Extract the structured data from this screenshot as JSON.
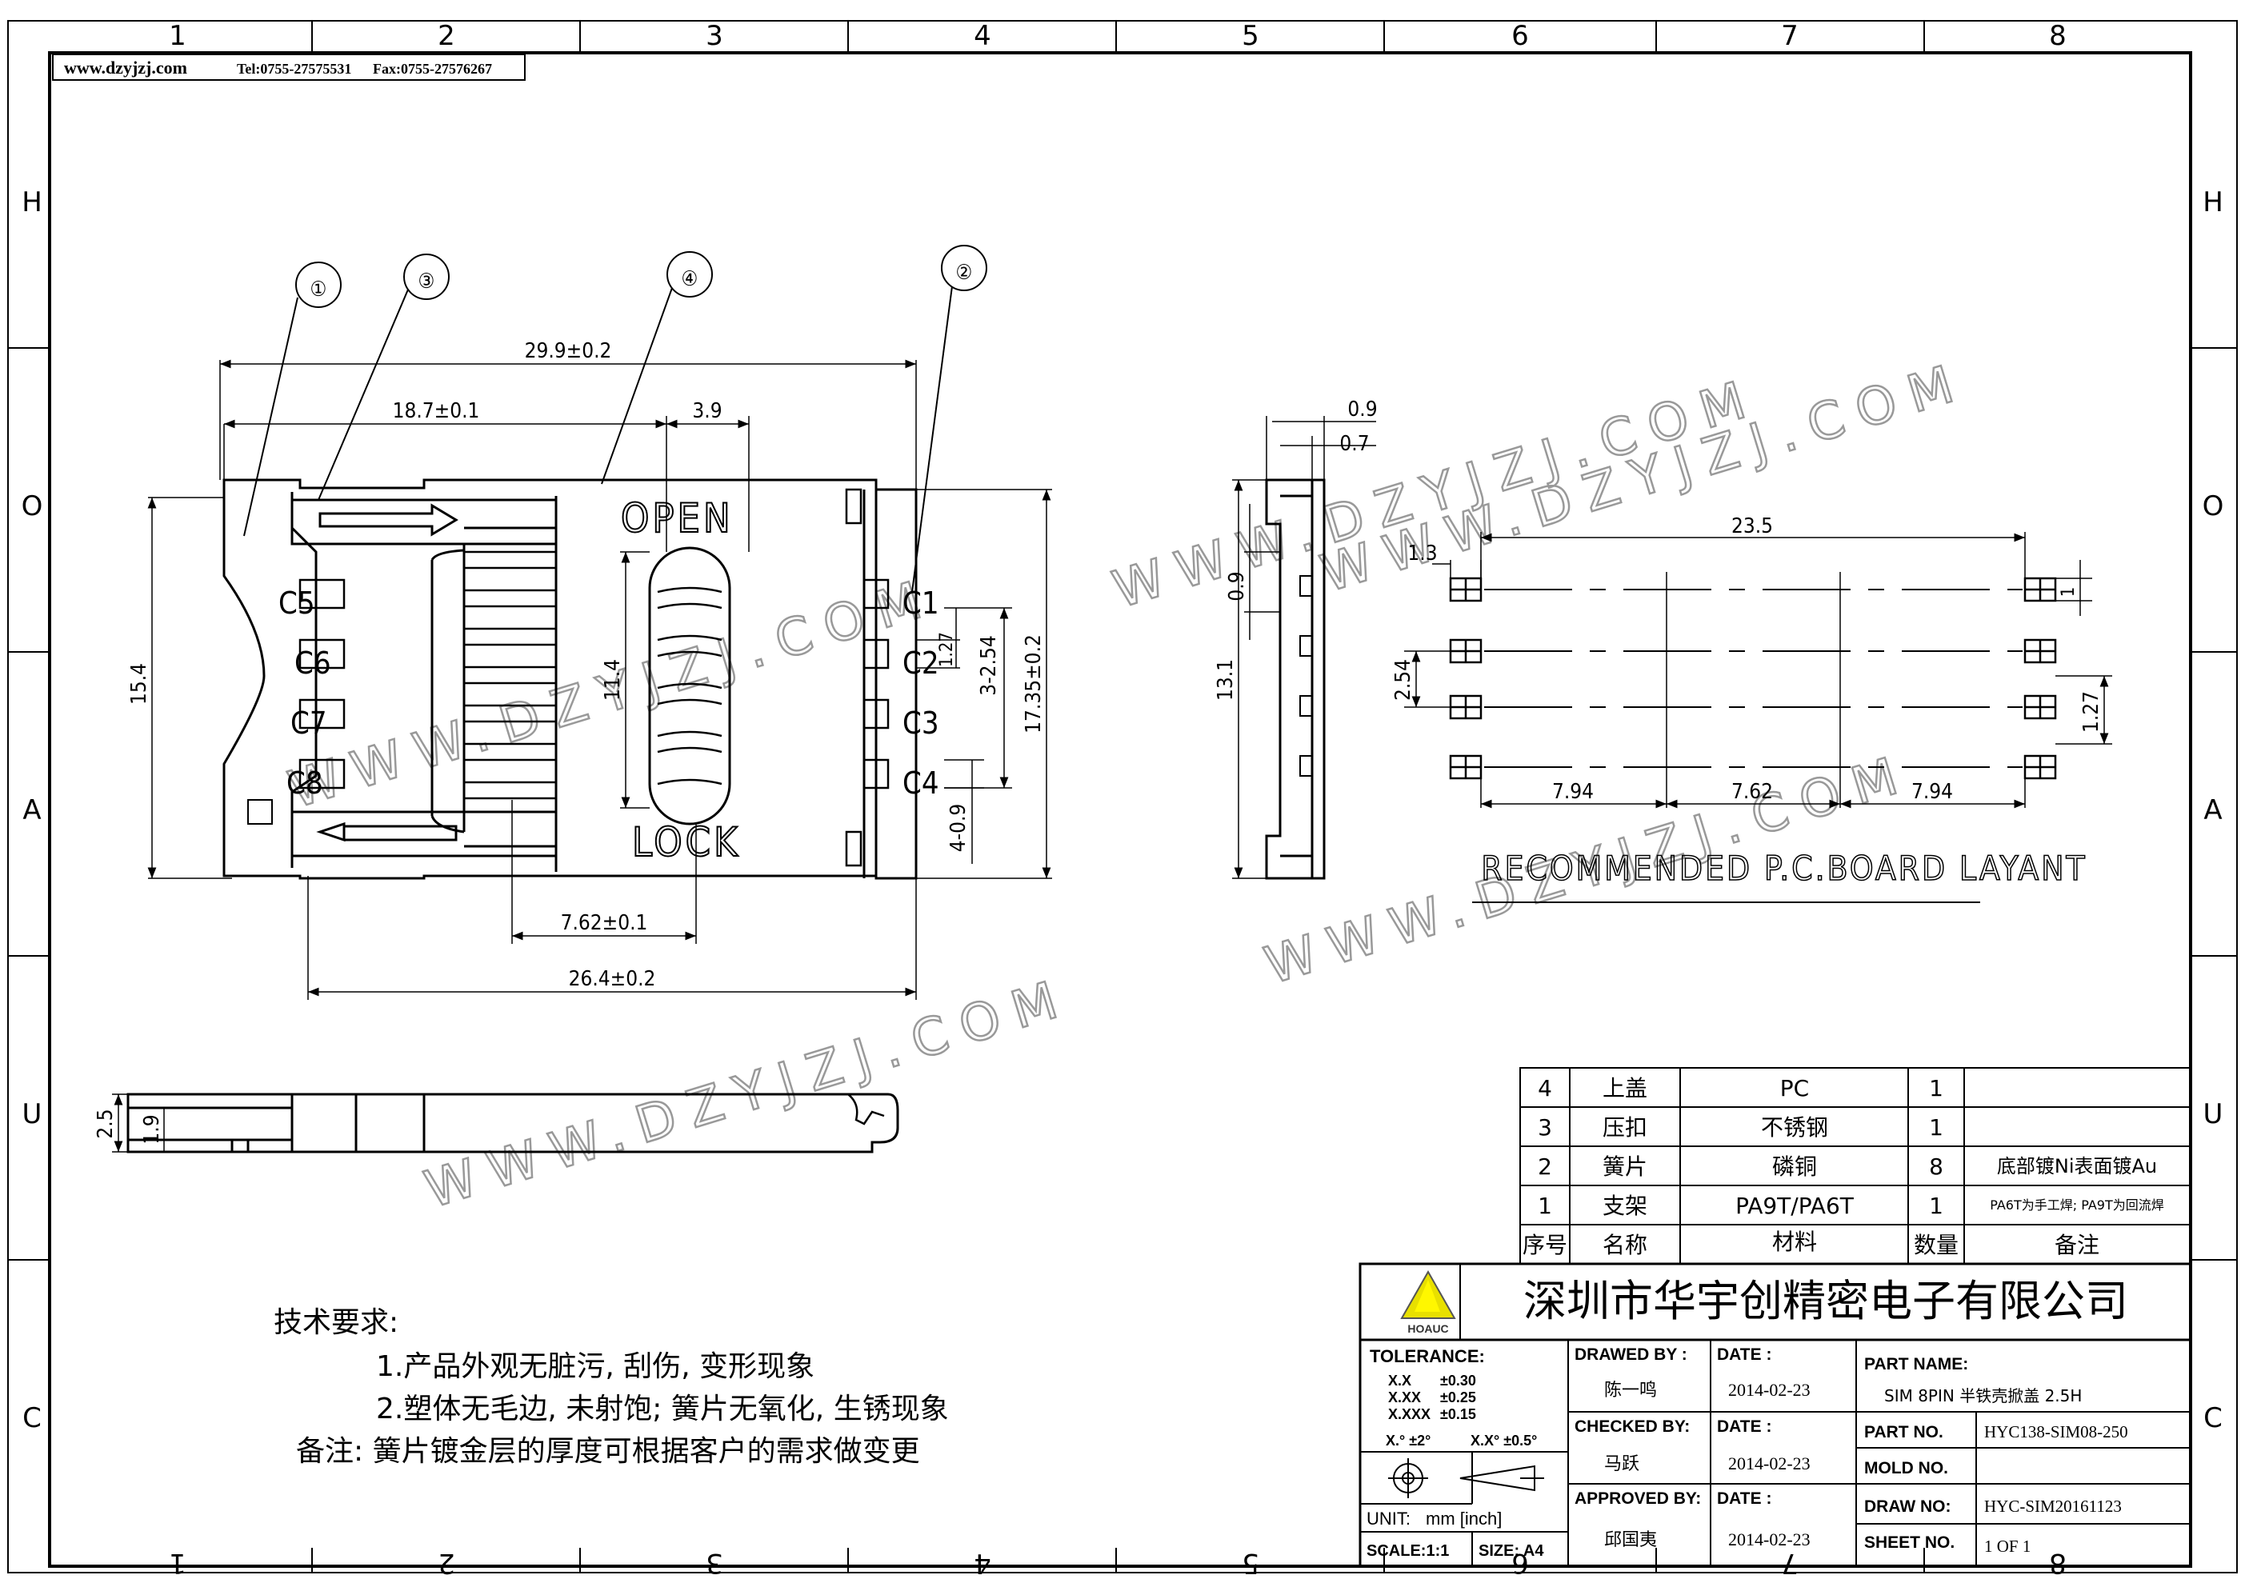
{
  "header": {
    "website": "www.dzyjzj.com",
    "tel": "Tel:0755-27575531",
    "fax": "Fax:0755-27576267"
  },
  "border_zones": {
    "top_numbers": [
      "1",
      "2",
      "3",
      "4",
      "5",
      "6",
      "7",
      "8"
    ],
    "bottom_numbers": [
      "8",
      "7",
      "6",
      "5",
      "4",
      "3",
      "2",
      "1"
    ],
    "side_letters": [
      "H",
      "O",
      "A",
      "U",
      "C"
    ]
  },
  "callouts": [
    "①",
    "②",
    "③",
    "④"
  ],
  "top_view": {
    "dim_total_width": "29.9±0.2",
    "dim_card_width": "18.7±0.1",
    "dim_slot": "3.9",
    "dim_height_left": "15.4",
    "dim_slider": "11.4",
    "dim_pitch": "1.27",
    "dim_pitch2": "3-2.54",
    "dim_total_height": "17.35±0.2",
    "dim_pin": "4-0.9",
    "dim_pin_offset": "7.62±0.1",
    "dim_body_width": "26.4±0.2",
    "open_label": "OPEN",
    "lock_label": "LOCK",
    "pins_left": [
      "C5",
      "C6",
      "C7",
      "C8"
    ],
    "pins_right": [
      "C1",
      "C2",
      "C3",
      "C4"
    ]
  },
  "side_view": {
    "dim_a": "0.9",
    "dim_b": "0.7",
    "dim_c": "0.9",
    "dim_height": "13.1"
  },
  "bottom_view": {
    "dim_a": "2.5",
    "dim_b": "1.9"
  },
  "pcb_layout": {
    "dim_span": "23.5",
    "dim_pad": "1.3",
    "dim_pitch": "2.54",
    "dim_pitch_right": "1.27",
    "dim_pad_right": "1",
    "dim_seg1": "7.94",
    "dim_seg2": "7.62",
    "dim_seg3": "7.94",
    "caption": "RECOMMENDED P.C.BOARD LAYANT"
  },
  "watermark": "WWW.DZYJZJ.COM",
  "bom": {
    "rows": [
      {
        "no": "4",
        "name": "上盖",
        "material": "PC",
        "qty": "1",
        "note": ""
      },
      {
        "no": "3",
        "name": "压扣",
        "material": "不锈钢",
        "qty": "1",
        "note": ""
      },
      {
        "no": "2",
        "name": "簧片",
        "material": "磷铜",
        "qty": "8",
        "note": "底部镀Ni表面镀Au"
      },
      {
        "no": "1",
        "name": "支架",
        "material": "PA9T/PA6T",
        "qty": "1",
        "note": "PA6T为手工焊; PA9T为回流焊"
      }
    ],
    "header": {
      "no": "序号",
      "name": "名称",
      "material": "材料",
      "qty": "数量",
      "note": "备注"
    }
  },
  "title_block": {
    "company": "深圳市华宇创精密电子有限公司",
    "logo_text": "HOAUC",
    "tolerance_label": "TOLERANCE:",
    "tol_rows": [
      {
        "k": "X.X",
        "v": "±0.30"
      },
      {
        "k": "X.XX",
        "v": "±0.25"
      },
      {
        "k": "X.XXX",
        "v": "±0.15"
      }
    ],
    "angle_a": "X.° ±2°",
    "angle_b": "X.X° ±0.5°",
    "unit_label": "UNIT:",
    "unit_value": "mm [inch]",
    "scale": "SCALE:1:1",
    "size": "SIZE: A4",
    "drawn_by_label": "DRAWED BY :",
    "drawn_by": "陈一鸣",
    "checked_by_label": "CHECKED BY:",
    "checked_by": "马跃",
    "approved_by_label": "APPROVED BY:",
    "approved_by": "邱国夷",
    "date_label": "DATE :",
    "date1": "2014-02-23",
    "date2": "2014-02-23",
    "date3": "2014-02-23",
    "part_name_label": "PART NAME:",
    "part_name": "SIM 8PIN 半铁壳掀盖 2.5H",
    "part_no_label": "PART NO.",
    "part_no": "HYC138-SIM08-250",
    "mold_no_label": "MOLD NO.",
    "mold_no": "",
    "draw_no_label": "DRAW NO:",
    "draw_no": "HYC-SIM20161123",
    "sheet_label": "SHEET NO.",
    "sheet": "1 OF 1"
  },
  "notes": {
    "title": "技术要求:",
    "items": [
      "1.产品外观无脏污, 刮伤, 变形现象",
      "2.塑体无毛边, 未射饱; 簧片无氧化, 生锈现象"
    ],
    "remark": "备注: 簧片镀金层的厚度可根据客户的需求做变更"
  }
}
